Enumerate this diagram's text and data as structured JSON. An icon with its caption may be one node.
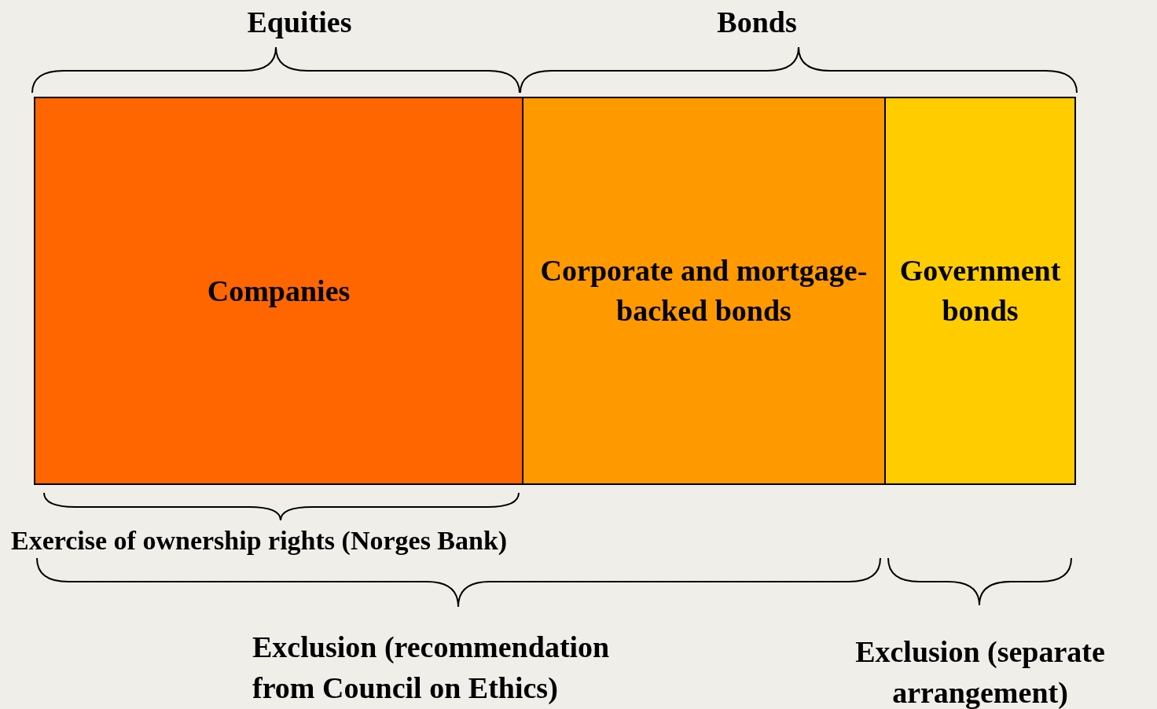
{
  "diagram": {
    "nodes": [
      {
        "text": [
          "Companies"
        ]
      },
      {
        "text": [
          "Corporate and mortgage-backed bonds"
        ]
      },
      {
        "text": [
          "Government bonds"
        ]
      }
    ],
    "labels": [
      "Equities",
      "Bonds",
      "Exercise of ownership rights (Norges Bank)",
      "Exclusion (recommendation from Council on Ethics)",
      "Exclusion (separate arrangement)"
    ]
  }
}
